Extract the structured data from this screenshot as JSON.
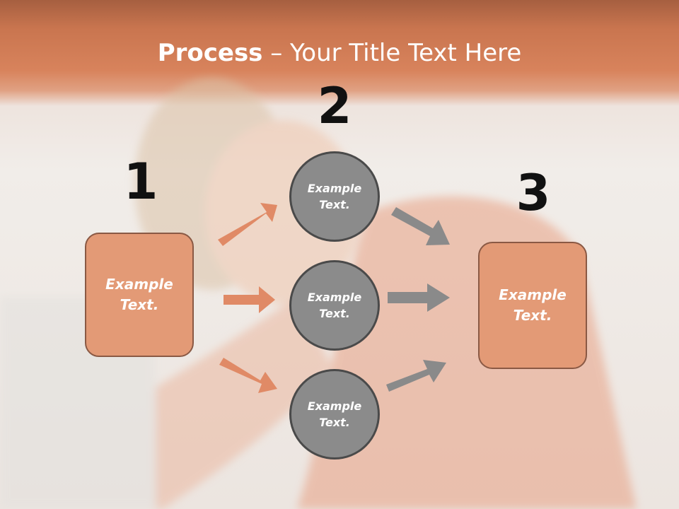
{
  "title": {
    "bold_part": "Process",
    "rest": " – Your Title Text Here"
  },
  "steps": {
    "one": "1",
    "two": "2",
    "three": "3"
  },
  "boxes": {
    "left": "Example\nText.",
    "right": "Example\nText."
  },
  "circles": {
    "top": "Example\nText.",
    "middle": "Example\nText.",
    "bottom": "Example\nText."
  },
  "colors": {
    "header": "#d07a52",
    "box_fill": "#e39a76",
    "box_border": "#8a5944",
    "circle_fill": "#8b8b8b",
    "circle_border": "#4a4a4a",
    "arrow_orange": "#e08a66",
    "arrow_gray": "#8a8a8a"
  }
}
